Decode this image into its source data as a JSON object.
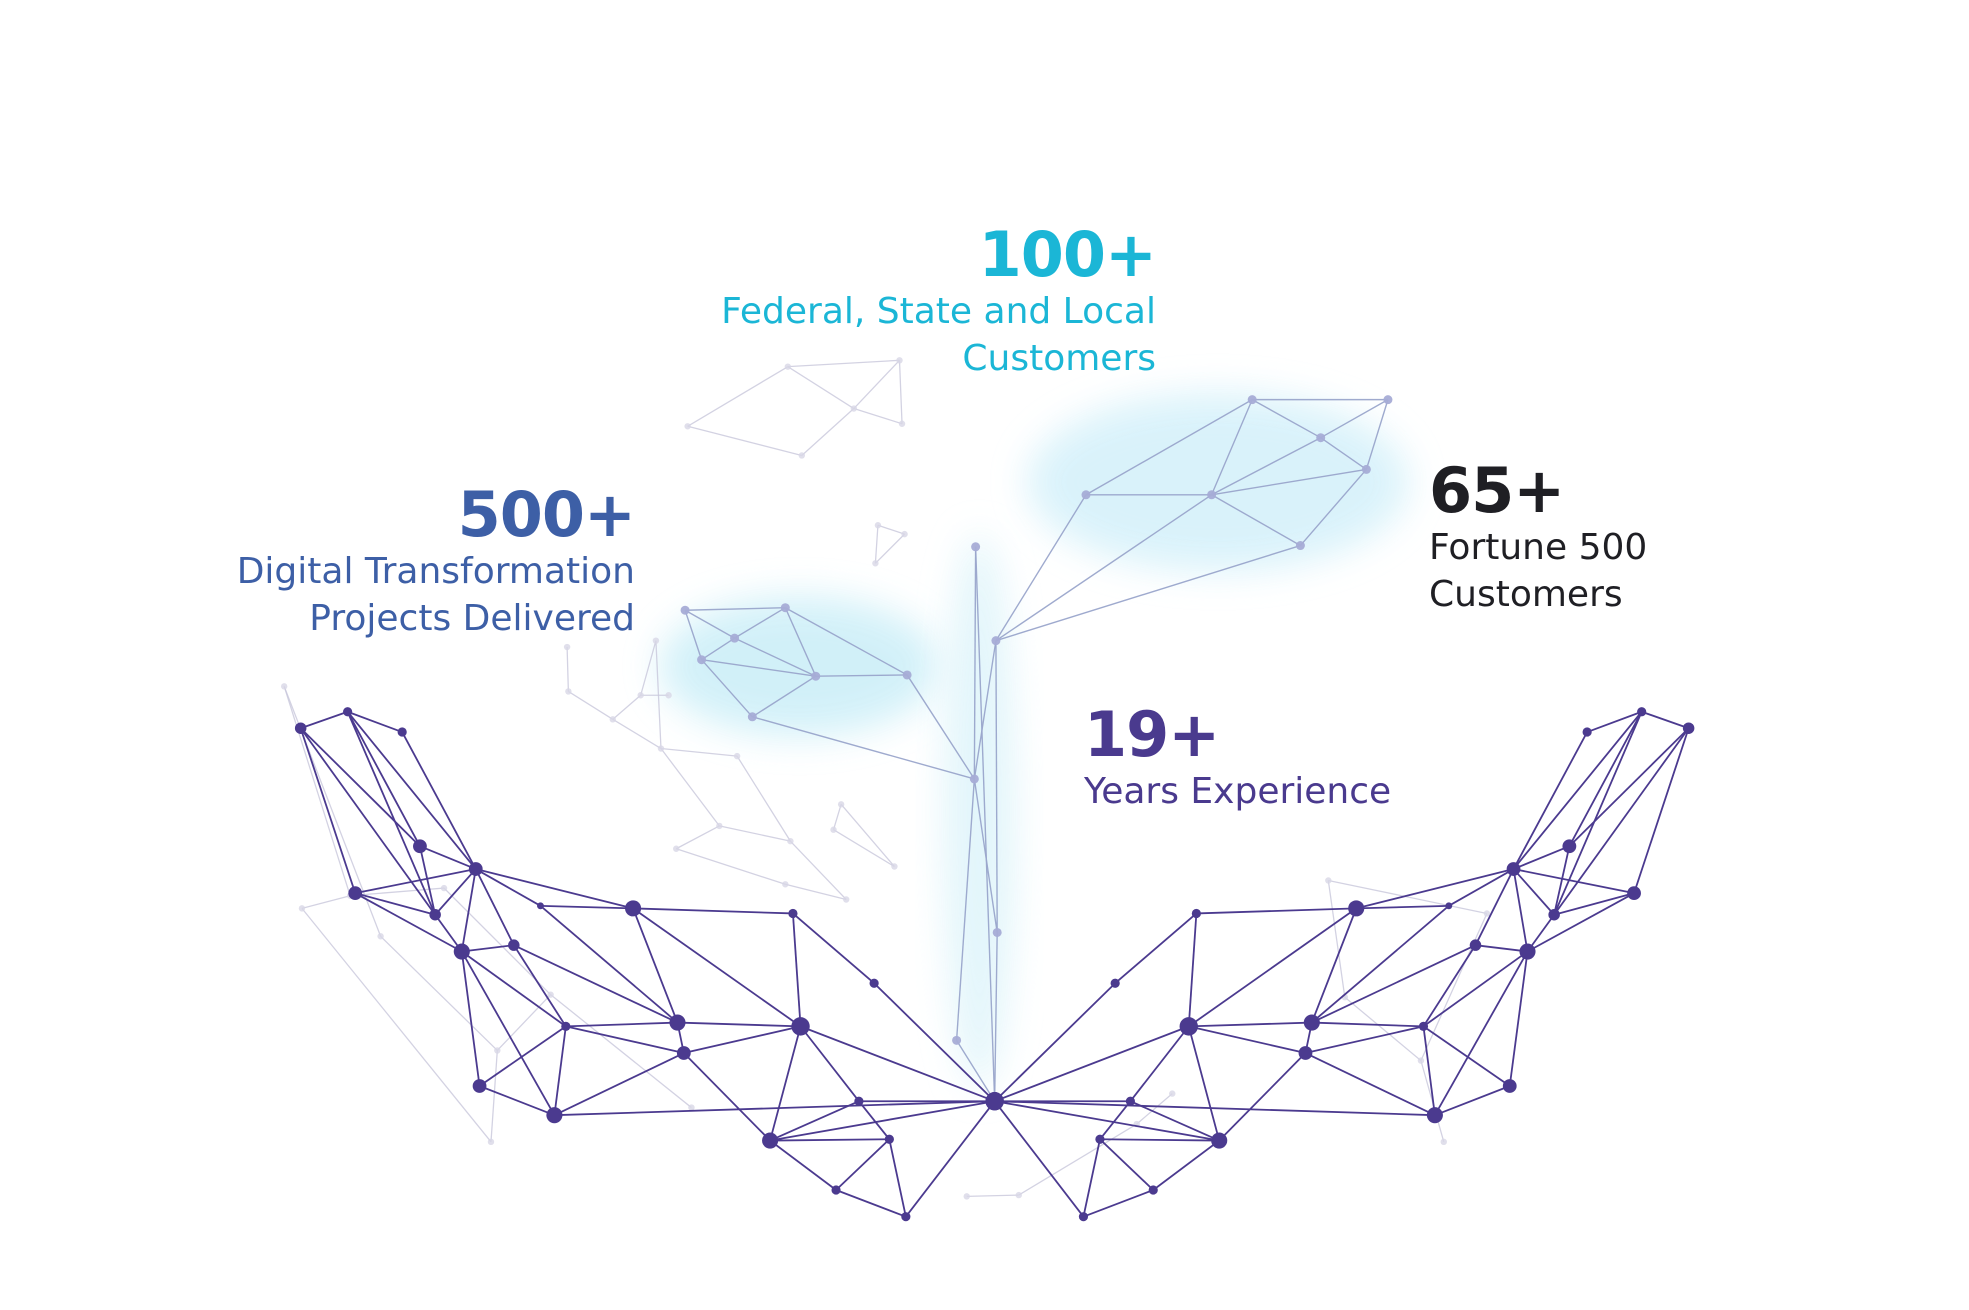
{
  "colors": {
    "projects": "#3d5fa6",
    "government": "#1bb6d6",
    "fortune": "#1f1f24",
    "years": "#4a3a8e",
    "network": "#4b3a8f",
    "network_faint": "#c9c8dc",
    "leaf": "#9aa6cc"
  },
  "stats": {
    "projects": {
      "number": "500+",
      "label_line1": "Digital Transformation",
      "label_line2": "Projects Delivered"
    },
    "government": {
      "number": "100+",
      "label_line1": "Federal, State and Local",
      "label_line2": "Customers"
    },
    "fortune": {
      "number": "65+",
      "label_line1": "Fortune 500",
      "label_line2": "Customers"
    },
    "years": {
      "number": "19+",
      "label_line1": "Years Experience"
    }
  },
  "illustration": {
    "icon": "network-hands-sprout-illustration"
  }
}
